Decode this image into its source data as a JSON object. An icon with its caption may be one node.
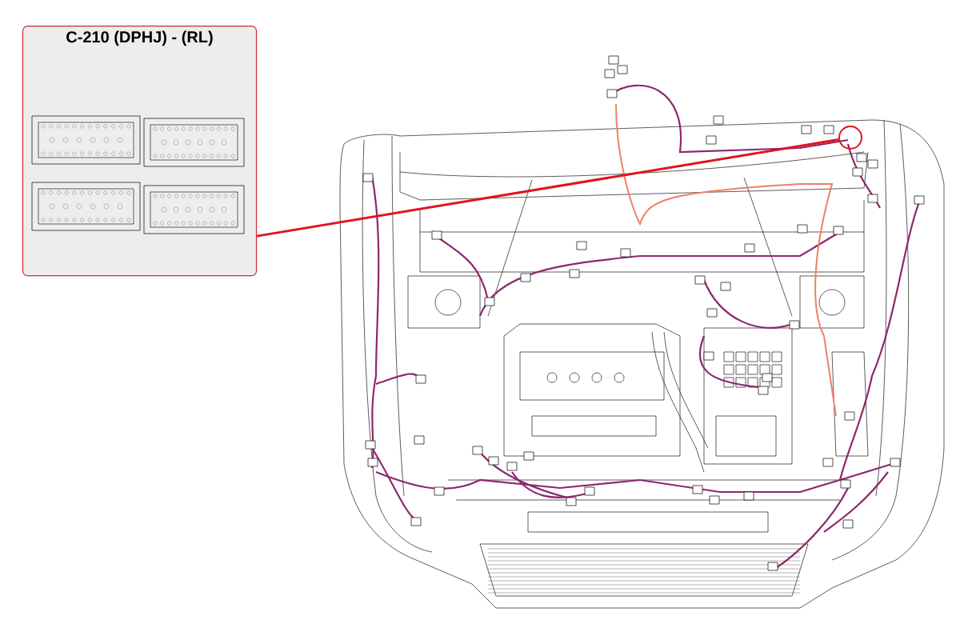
{
  "diagram": {
    "nodes": [
      {
        "text": [
          "C-210 (DPHJ) - (RL)"
        ]
      },
      {
        "text": [],
        "shape": "circle"
      }
    ],
    "edges": [
      {
        "from": 0,
        "to": 1,
        "arrow": "none",
        "color": "#e0141e"
      }
    ]
  }
}
